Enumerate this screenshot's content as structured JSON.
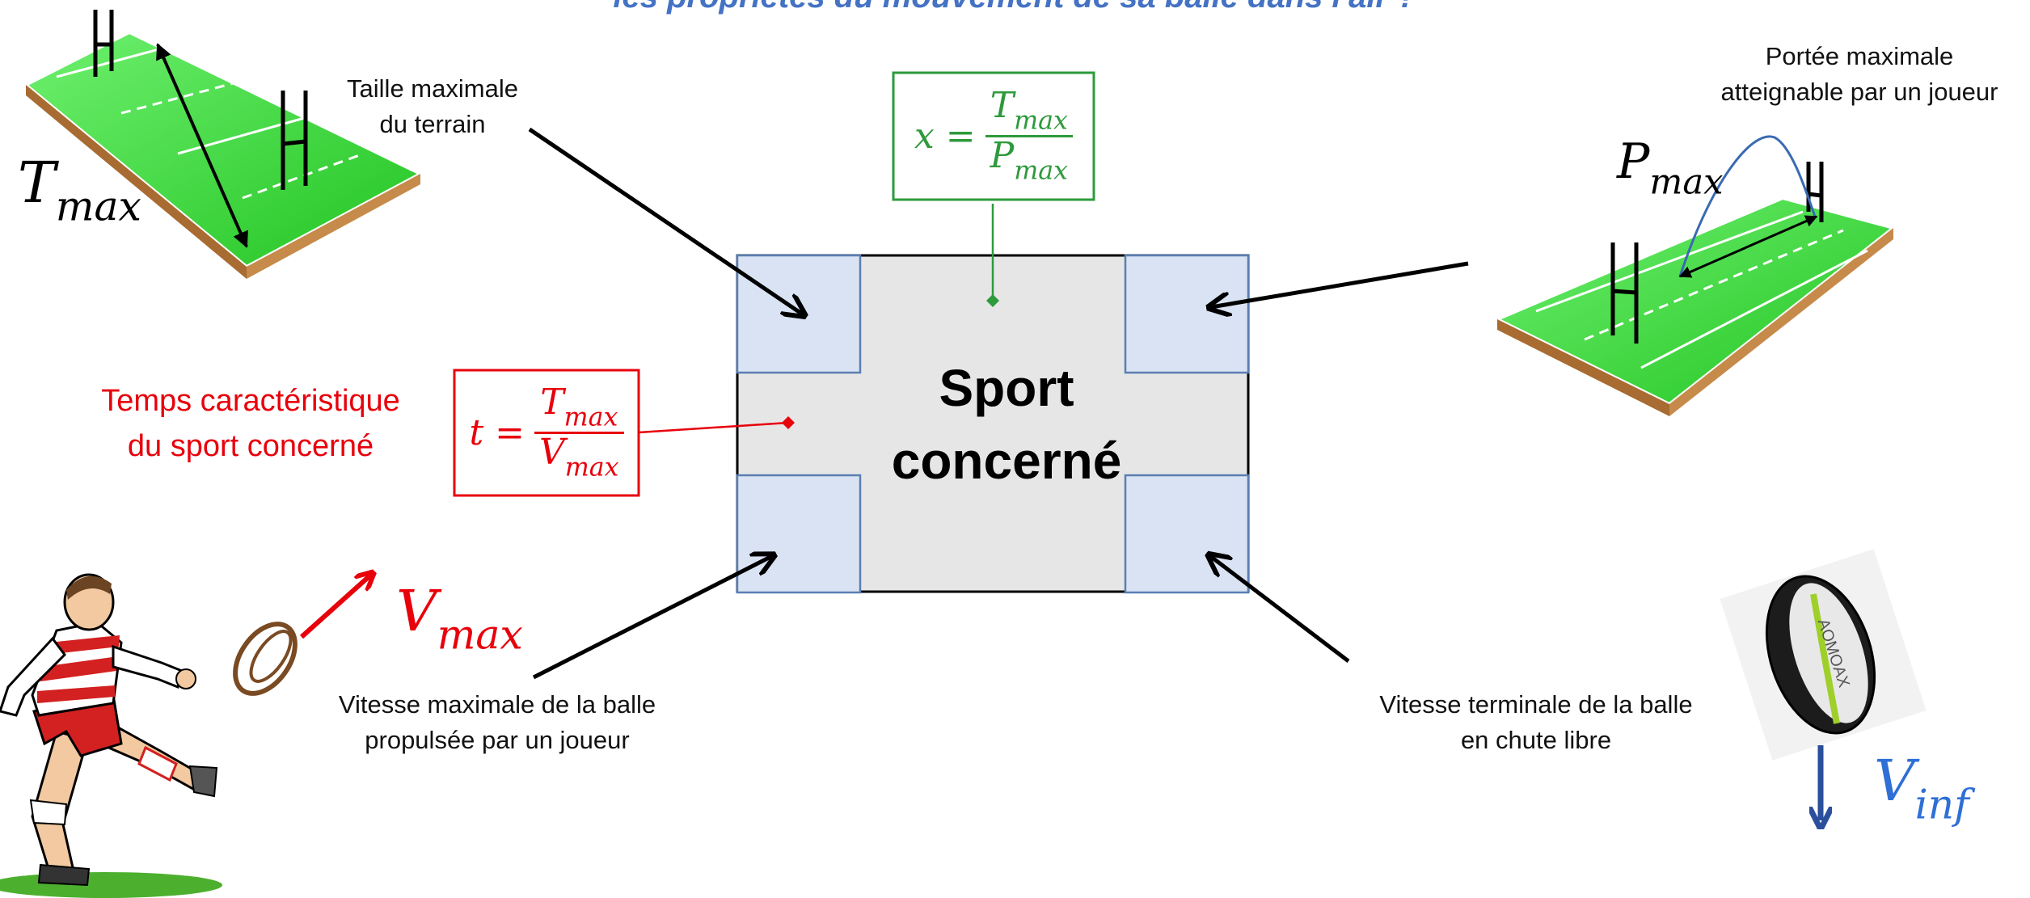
{
  "title": "les propriétés du mouvement de sa balle dans l'air ?",
  "center": {
    "line1": "Sport",
    "line2": "concerné"
  },
  "labels": {
    "taille_maximale": [
      "Taille maximale",
      "du terrain"
    ],
    "portee_maximale": [
      "Portée maximale",
      "atteignable par un joueur"
    ],
    "vitesse_maximale": [
      "Vitesse maximale de la balle",
      "propulsée par un joueur"
    ],
    "vitesse_terminale": [
      "Vitesse terminale de la balle",
      "en chute libre"
    ],
    "temps_caracteristique": [
      "Temps caractéristique",
      "du sport concerné"
    ]
  },
  "symbols": {
    "t_max": {
      "base": "T",
      "sub": "max"
    },
    "p_max": {
      "base": "P",
      "sub": "max"
    },
    "v_max": {
      "base": "V",
      "sub": "max"
    },
    "v_inf": {
      "base": "V",
      "sub": "inf"
    }
  },
  "formulas": {
    "x": {
      "lhs": "x =",
      "num": "T",
      "num_sub": "max",
      "den": "P",
      "den_sub": "max"
    },
    "t": {
      "lhs": "t =",
      "num": "T",
      "num_sub": "max",
      "den": "V",
      "den_sub": "max"
    }
  },
  "colors": {
    "title": "#4472c4",
    "green": "#2e9a3c",
    "red": "#e8000b",
    "blue_symbol": "#2f6fd6",
    "corner_fill": "#dae3f3",
    "corner_stroke": "#5a7fb3",
    "center_fill": "#e6e6e6",
    "field_green": "#3fd93f",
    "field_side": "#b87a3e",
    "arrow_blue": "#2a4f9c"
  },
  "ball_text": "AOMOAX"
}
